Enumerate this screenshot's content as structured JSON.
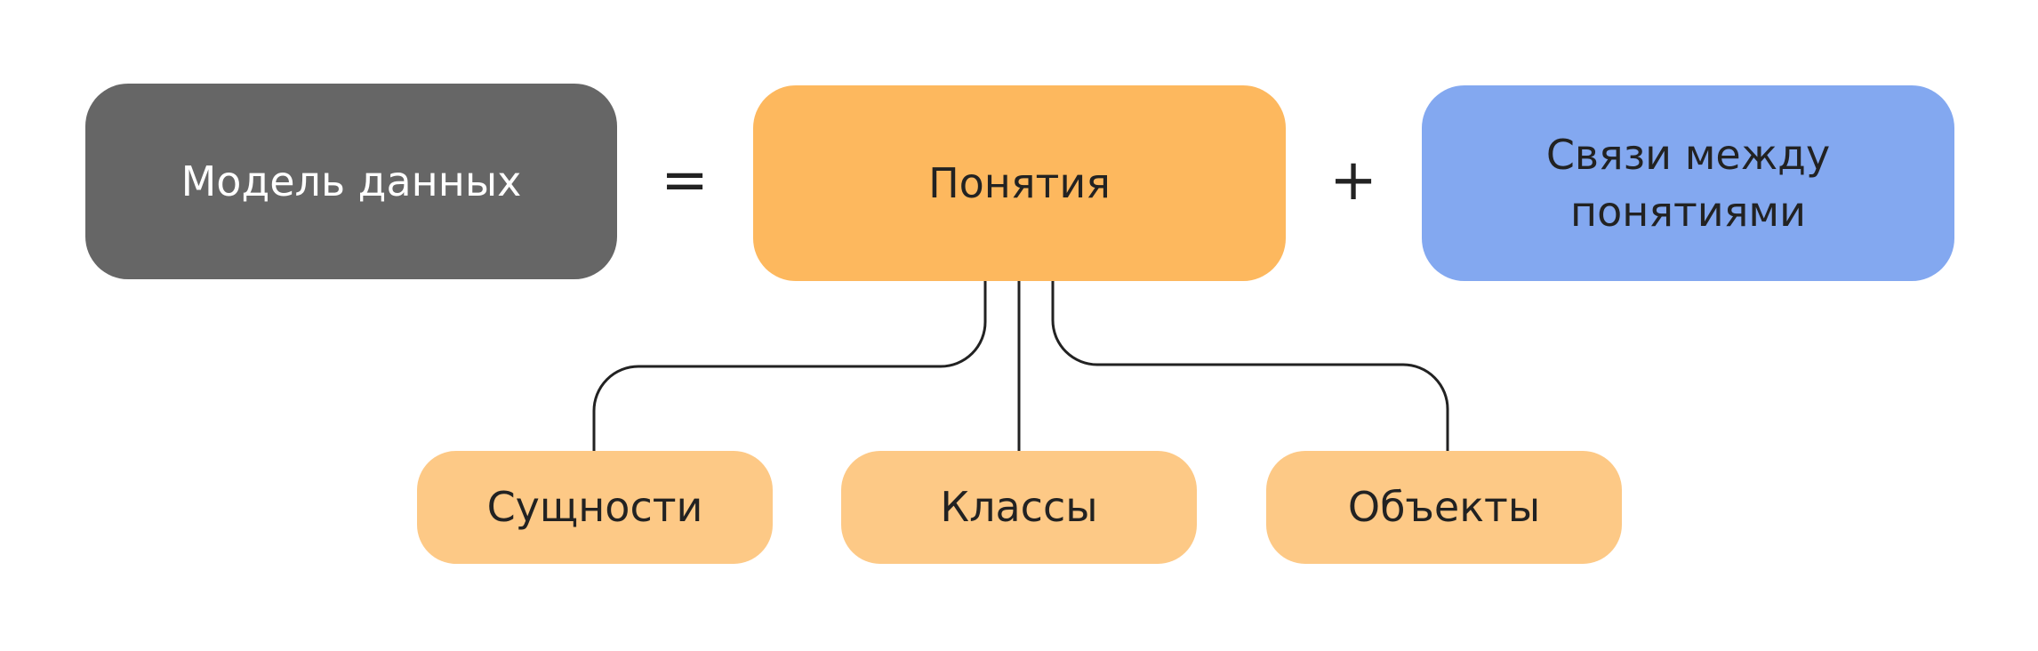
{
  "equation": {
    "left": "Модель данных",
    "equals": "=",
    "middle": "Понятия",
    "plus": "+",
    "right": "Связи между понятиями"
  },
  "children": [
    "Сущности",
    "Классы",
    "Объекты"
  ],
  "colors": {
    "model": "#666666",
    "concepts": "#fdb85e",
    "relations": "#83a8f0",
    "children": "#fdc986",
    "connector": "#222222"
  }
}
